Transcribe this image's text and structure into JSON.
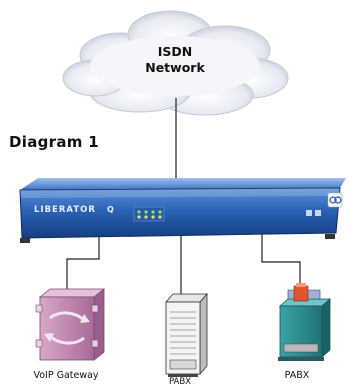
{
  "cloud": {
    "line1": "ISDN",
    "line2": "Network"
  },
  "title": "Diagram 1",
  "device": {
    "brand": "LIBERATOR",
    "badge": "Q"
  },
  "endpoints": [
    {
      "label": "VoIP Gateway"
    },
    {
      "label": "PABX"
    },
    {
      "label": "PABX"
    }
  ]
}
